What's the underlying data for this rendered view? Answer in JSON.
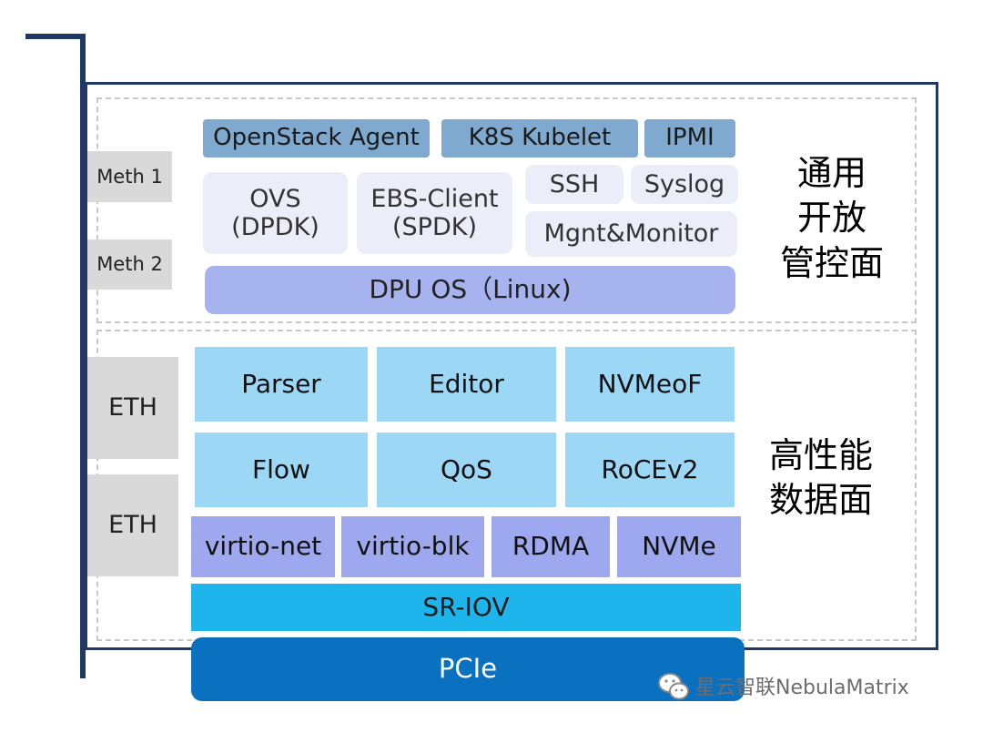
{
  "control_plane": {
    "agents": [
      "OpenStack Agent",
      "K8S Kubelet",
      "IPMI"
    ],
    "ovs": "OVS\n(DPDK)",
    "ebs_client": "EBS-Client\n(SPDK)",
    "ssh": "SSH",
    "syslog": "Syslog",
    "mgnt": "Mgnt&Monitor",
    "os": "DPU OS（Linux)",
    "side_label": "通用\n开放\n管控面"
  },
  "data_plane": {
    "row1": [
      "Parser",
      "Editor",
      "NVMeoF"
    ],
    "row2": [
      "Flow",
      "QoS",
      "RoCEv2"
    ],
    "row3": [
      "virtio-net",
      "virtio-blk",
      "RDMA",
      "NVMe"
    ],
    "sriov": "SR-IOV",
    "pcie": "PCIe",
    "side_label": "高性能\n数据面"
  },
  "ports": {
    "meth": [
      "Meth 1",
      "Meth 2"
    ],
    "eth": [
      "ETH",
      "ETH"
    ]
  },
  "watermark": "星云智联NebulaMatrix"
}
